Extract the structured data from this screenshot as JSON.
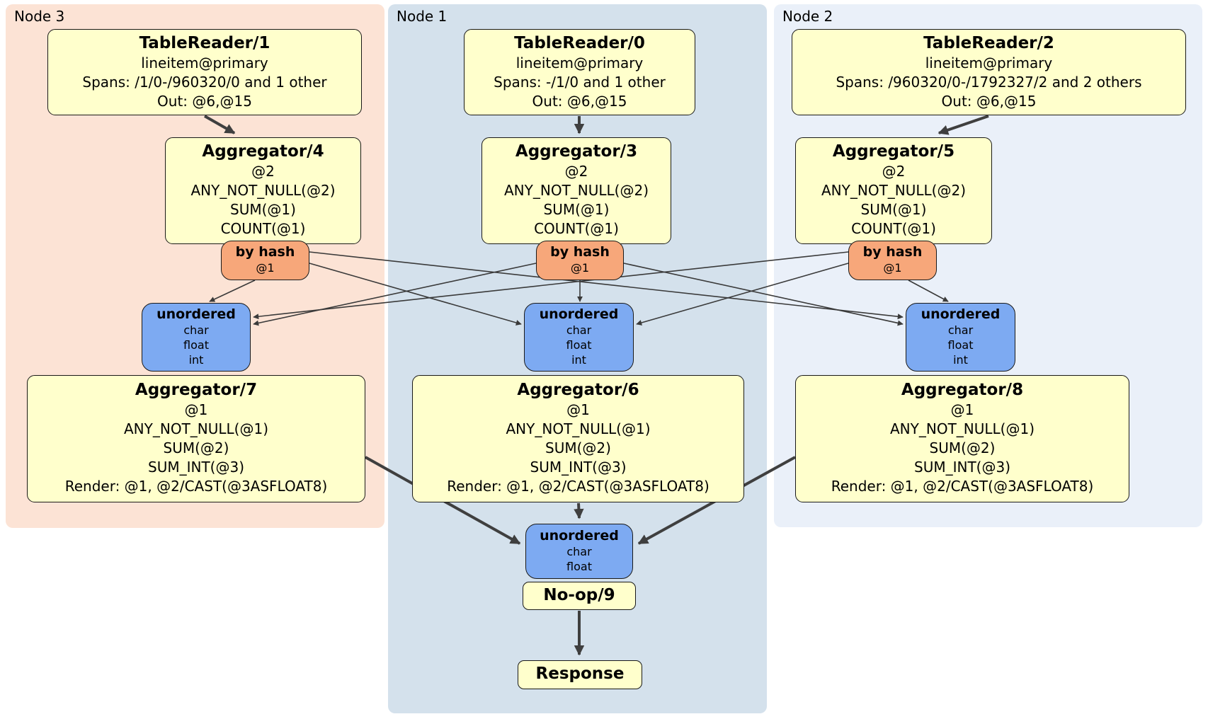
{
  "diagram": {
    "nodes": [
      {
        "label": "Node 3",
        "table_reader": {
          "title": "TableReader/1",
          "lines": [
            "lineitem@primary",
            "Spans: /1/0-/960320/0 and 1 other",
            "Out: @6,@15"
          ]
        },
        "stage1_aggregator": {
          "title": "Aggregator/4",
          "lines": [
            "@2",
            "ANY_NOT_NULL(@2)",
            "SUM(@1)",
            "COUNT(@1)"
          ]
        },
        "router": {
          "title": "by hash",
          "key": "@1"
        },
        "synchronizer": {
          "title": "unordered",
          "streams": [
            "char",
            "float",
            "int"
          ]
        },
        "stage2_aggregator": {
          "title": "Aggregator/7",
          "lines": [
            "@1",
            "ANY_NOT_NULL(@1)",
            "SUM(@2)",
            "SUM_INT(@3)",
            "Render: @1, @2/CAST(@3ASFLOAT8)"
          ]
        }
      },
      {
        "label": "Node 1",
        "table_reader": {
          "title": "TableReader/0",
          "lines": [
            "lineitem@primary",
            "Spans: -/1/0 and 1 other",
            "Out: @6,@15"
          ]
        },
        "stage1_aggregator": {
          "title": "Aggregator/3",
          "lines": [
            "@2",
            "ANY_NOT_NULL(@2)",
            "SUM(@1)",
            "COUNT(@1)"
          ]
        },
        "router": {
          "title": "by hash",
          "key": "@1"
        },
        "synchronizer": {
          "title": "unordered",
          "streams": [
            "char",
            "float",
            "int"
          ]
        },
        "stage2_aggregator": {
          "title": "Aggregator/6",
          "lines": [
            "@1",
            "ANY_NOT_NULL(@1)",
            "SUM(@2)",
            "SUM_INT(@3)",
            "Render: @1, @2/CAST(@3ASFLOAT8)"
          ]
        }
      },
      {
        "label": "Node 2",
        "table_reader": {
          "title": "TableReader/2",
          "lines": [
            "lineitem@primary",
            "Spans: /960320/0-/1792327/2 and 2 others",
            "Out: @6,@15"
          ]
        },
        "stage1_aggregator": {
          "title": "Aggregator/5",
          "lines": [
            "@2",
            "ANY_NOT_NULL(@2)",
            "SUM(@1)",
            "COUNT(@1)"
          ]
        },
        "router": {
          "title": "by hash",
          "key": "@1"
        },
        "synchronizer": {
          "title": "unordered",
          "streams": [
            "char",
            "float",
            "int"
          ]
        },
        "stage2_aggregator": {
          "title": "Aggregator/8",
          "lines": [
            "@1",
            "ANY_NOT_NULL(@1)",
            "SUM(@2)",
            "SUM_INT(@3)",
            "Render: @1, @2/CAST(@3ASFLOAT8)"
          ]
        }
      }
    ],
    "final_stage": {
      "synchronizer": {
        "title": "unordered",
        "streams": [
          "char",
          "float"
        ]
      },
      "noop": {
        "title": "No-op/9"
      },
      "response": {
        "title": "Response"
      }
    },
    "edges": {
      "thick": [
        {
          "from": "TableReader/1",
          "to": "Aggregator/4"
        },
        {
          "from": "TableReader/0",
          "to": "Aggregator/3"
        },
        {
          "from": "TableReader/2",
          "to": "Aggregator/5"
        },
        {
          "from": "Aggregator/7",
          "to": "final-unordered"
        },
        {
          "from": "Aggregator/6",
          "to": "final-unordered"
        },
        {
          "from": "Aggregator/8",
          "to": "final-unordered"
        },
        {
          "from": "No-op/9",
          "to": "Response"
        }
      ],
      "mesh": "each by-hash router sends to the unordered synchronizer on every node"
    },
    "colors": {
      "node3_bg": "#fce3d5",
      "node1_bg": "#d4e1ec",
      "node2_bg": "#eaf0f9",
      "processor_fill": "#ffffcc",
      "router_fill": "#f7a77a",
      "synchronizer_fill": "#7daaf2",
      "border": "#191919",
      "edge": "#3f3f3f"
    }
  }
}
